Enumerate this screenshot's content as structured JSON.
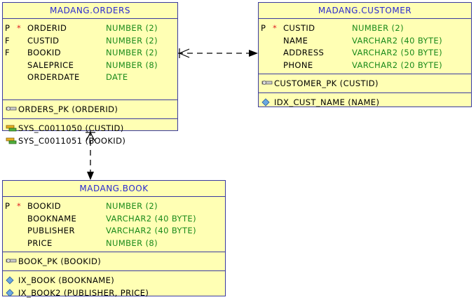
{
  "diagram": {
    "orders": {
      "title": "MADANG.ORDERS",
      "columns": [
        {
          "flag": "P",
          "required": "*",
          "name": "ORDERID",
          "type": "NUMBER (2)"
        },
        {
          "flag": "F",
          "required": "",
          "name": "CUSTID",
          "type": "NUMBER (2)"
        },
        {
          "flag": "F",
          "required": "",
          "name": "BOOKID",
          "type": "NUMBER (2)"
        },
        {
          "flag": "",
          "required": "",
          "name": "SALEPRICE",
          "type": "NUMBER (8)"
        },
        {
          "flag": "",
          "required": "",
          "name": "ORDERDATE",
          "type": "DATE"
        }
      ],
      "pk": {
        "icon": "key-icon",
        "label": "ORDERS_PK (ORDERID)"
      },
      "fks": [
        {
          "icon": "foreign-key-icon",
          "label": "SYS_C0011050 (CUSTID)"
        },
        {
          "icon": "foreign-key-icon",
          "label": "SYS_C0011051 (BOOKID)"
        }
      ]
    },
    "customer": {
      "title": "MADANG.CUSTOMER",
      "columns": [
        {
          "flag": "P",
          "required": "*",
          "name": "CUSTID",
          "type": "NUMBER (2)"
        },
        {
          "flag": "",
          "required": "",
          "name": "NAME",
          "type": "VARCHAR2 (40 BYTE)"
        },
        {
          "flag": "",
          "required": "",
          "name": "ADDRESS",
          "type": "VARCHAR2 (50 BYTE)"
        },
        {
          "flag": "",
          "required": "",
          "name": "PHONE",
          "type": "VARCHAR2 (20 BYTE)"
        }
      ],
      "pk": {
        "icon": "key-icon",
        "label": "CUSTOMER_PK (CUSTID)"
      },
      "indexes": [
        {
          "icon": "index-diamond-icon",
          "label": "IDX_CUST_NAME (NAME)"
        }
      ]
    },
    "book": {
      "title": "MADANG.BOOK",
      "columns": [
        {
          "flag": "P",
          "required": "*",
          "name": "BOOKID",
          "type": "NUMBER (2)"
        },
        {
          "flag": "",
          "required": "",
          "name": "BOOKNAME",
          "type": "VARCHAR2 (40 BYTE)"
        },
        {
          "flag": "",
          "required": "",
          "name": "PUBLISHER",
          "type": "VARCHAR2 (40 BYTE)"
        },
        {
          "flag": "",
          "required": "",
          "name": "PRICE",
          "type": "NUMBER (8)"
        }
      ],
      "pk": {
        "icon": "key-icon",
        "label": "BOOK_PK (BOOKID)"
      },
      "indexes": [
        {
          "icon": "index-diamond-icon",
          "label": "IX_BOOK (BOOKNAME)"
        },
        {
          "icon": "index-diamond-icon",
          "label": "IX_BOOK2 (PUBLISHER, PRICE)"
        }
      ]
    },
    "relationships": [
      {
        "from": "orders",
        "to": "customer",
        "style": "dashed",
        "from_end": "crow's foot",
        "to_end": "arrow"
      },
      {
        "from": "orders",
        "to": "book",
        "style": "dashed",
        "from_end": "crow's foot",
        "to_end": "arrow"
      }
    ],
    "colors": {
      "entity_fill": "#ffffb4",
      "entity_border": "#3a3aa0",
      "title_text": "#2a2acf",
      "type_text": "#1a8a1a",
      "required_mark": "#e02020"
    }
  }
}
